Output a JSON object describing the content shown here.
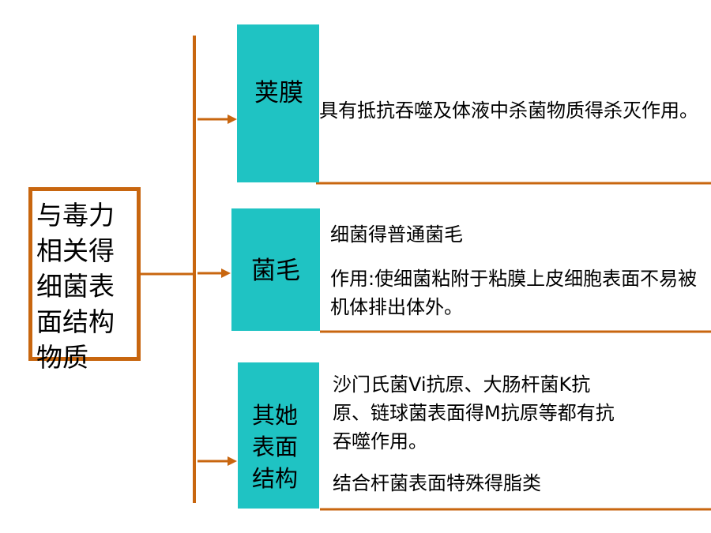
{
  "root": {
    "label": "与毒力\n相关得\n细菌表\n面结构\n物质"
  },
  "branches": [
    {
      "label": "荚膜",
      "descriptions": [
        "具有抵抗吞噬及体液中杀菌物质得杀灭作用。"
      ]
    },
    {
      "label": "菌毛",
      "descriptions": [
        "细菌得普通菌毛",
        "作用:使细菌粘附于粘膜上皮细胞表面不易被机体排出体外。"
      ]
    },
    {
      "label": "其她\n表面\n结构",
      "descriptions": [
        "沙门氏菌Vi抗原、大肠杆菌K抗原、链球菌表面得M抗原等都有抗吞噬作用。",
        "结合杆菌表面特殊得脂类"
      ]
    }
  ],
  "colors": {
    "connector": "#c8660f",
    "box_fill": "#1fc3c3",
    "text": "#000000"
  }
}
